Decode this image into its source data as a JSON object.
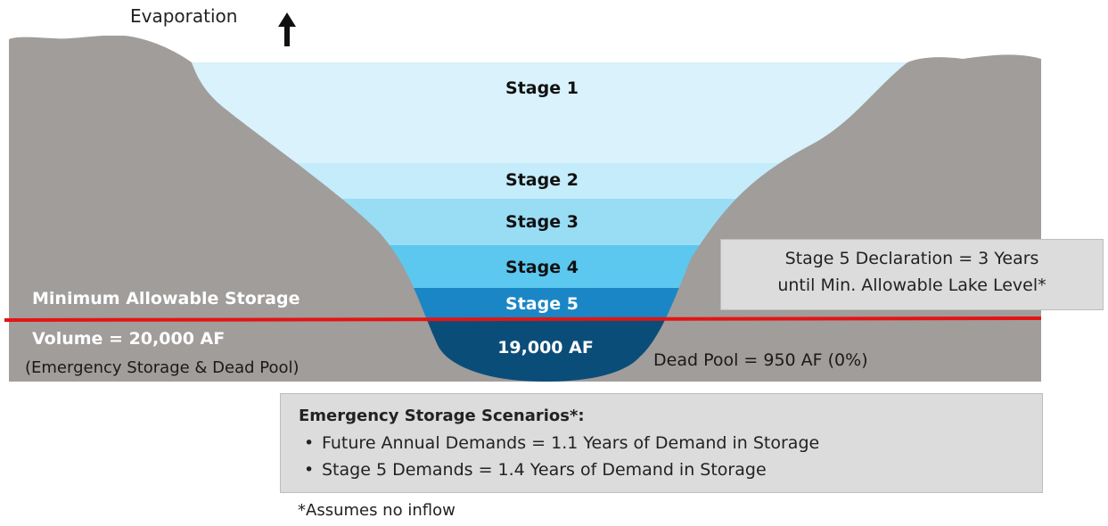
{
  "evaporation": {
    "label": "Evaporation"
  },
  "stages": [
    {
      "label": "Stage 1",
      "color": "#d9f2fb"
    },
    {
      "label": "Stage 2",
      "color": "#c4ecfa"
    },
    {
      "label": "Stage 3",
      "color": "#99ddf5"
    },
    {
      "label": "Stage 4",
      "color": "#5cc8f0"
    },
    {
      "label": "Stage 5",
      "color": "#1a86c6"
    }
  ],
  "dead_pool_fill": {
    "label": "19,000 AF",
    "color": "#0b4d79"
  },
  "minimum_storage": {
    "title": "Minimum Allowable Storage",
    "volume": "Volume = 20,000 AF",
    "note": "(Emergency Storage & Dead Pool)",
    "line_color": "#e41414"
  },
  "dead_pool": {
    "label": "Dead Pool = 950 AF (0%)"
  },
  "stage5_declaration": {
    "line1": "Stage 5 Declaration = 3 Years",
    "line2": "until Min. Allowable Lake Level*"
  },
  "scenarios": {
    "title": "Emergency Storage Scenarios*:",
    "items": [
      "Future Annual Demands = 1.1 Years of Demand in Storage",
      "Stage 5 Demands = 1.4 Years of Demand in Storage"
    ]
  },
  "footnote": "*Assumes no inflow",
  "terrain_color": "#a09d9b"
}
